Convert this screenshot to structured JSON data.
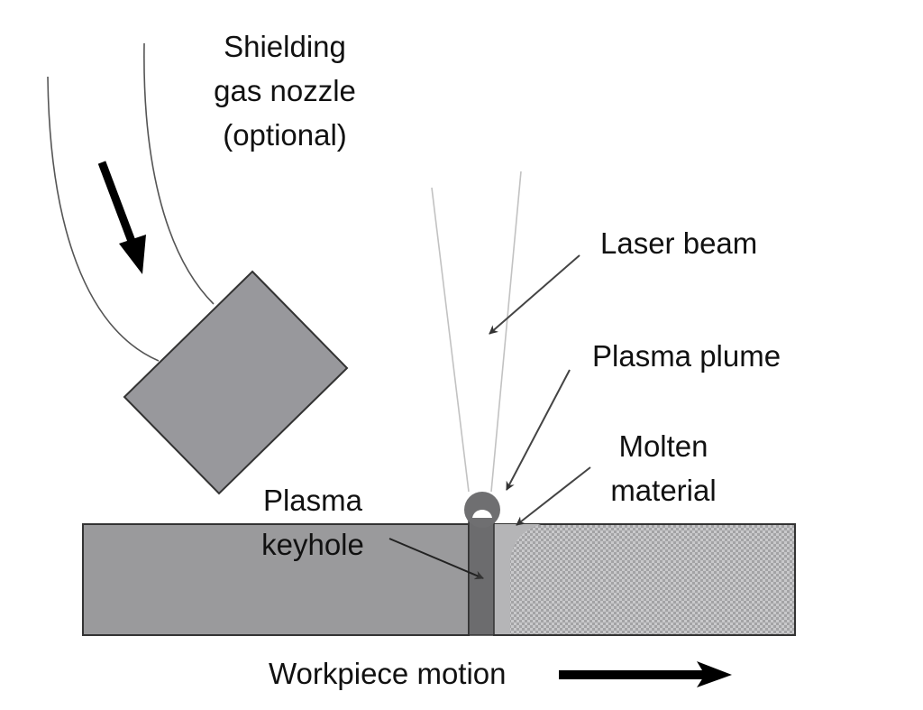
{
  "diagram": {
    "title": "Laser keyhole welding schematic",
    "labels": {
      "nozzle": [
        "Shielding",
        "gas nozzle",
        "(optional)"
      ],
      "laser_beam": "Laser beam",
      "plasma_plume": "Plasma plume",
      "molten_material": [
        "Molten",
        "material"
      ],
      "plasma_keyhole": [
        "Plasma",
        "keyhole"
      ],
      "workpiece_motion": "Workpiece motion"
    },
    "colors": {
      "workpiece_fill": "#9a9a9c",
      "nozzle_fill": "#98989c",
      "keyhole_fill": "#6c6c6e",
      "weld_fill": "#a7a7a9",
      "molten_fill": "#b8b8ba",
      "outline": "#333333",
      "beam_line": "#c8c8c8",
      "leader": "#444444",
      "arrow": "#000000"
    }
  }
}
